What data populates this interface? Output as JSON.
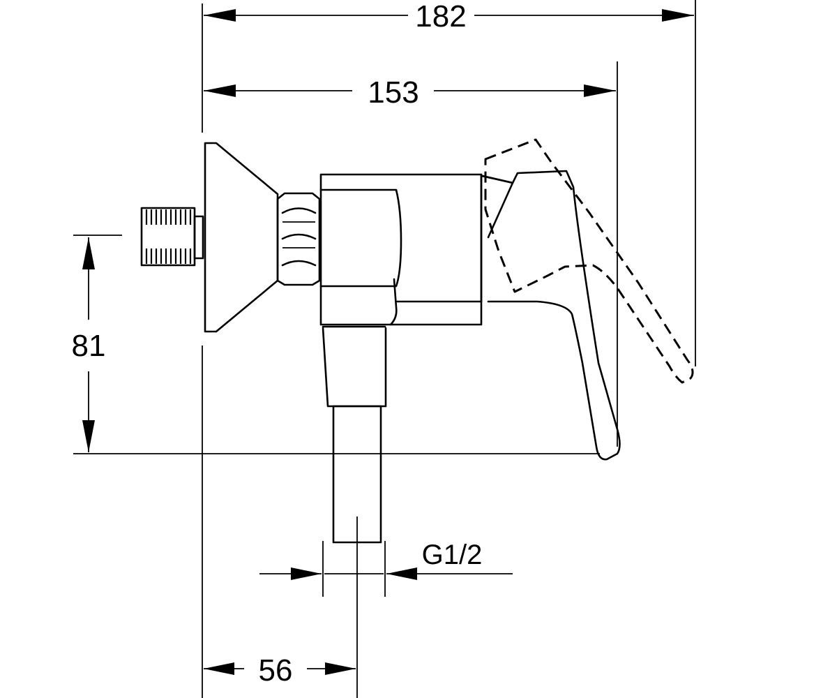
{
  "dimensions": {
    "overall_width": "182",
    "body_width": "153",
    "height": "81",
    "offset": "56",
    "thread": "G1/2"
  }
}
